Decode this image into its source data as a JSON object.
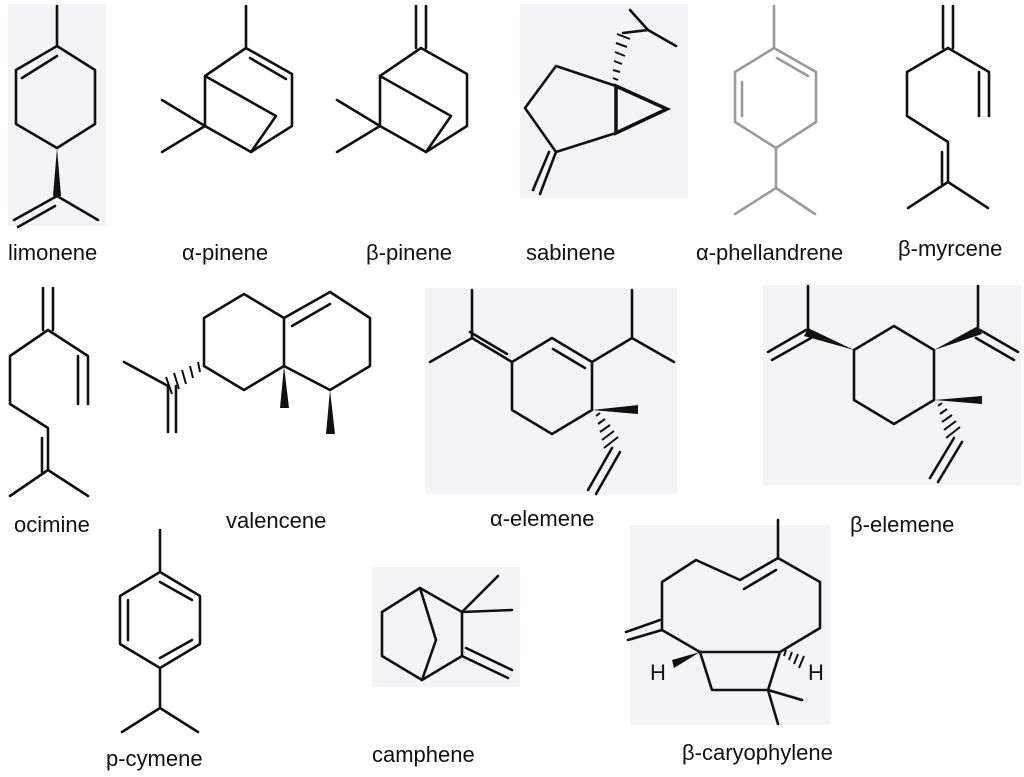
{
  "labels": {
    "limonene": "limonene",
    "alpha_pinene": "α-pinene",
    "beta_pinene": "β-pinene",
    "sabinene": "sabinene",
    "alpha_phellandrene": "α-phellandrene",
    "beta_myrcene": "β-myrcene",
    "ocimine": "ocimine",
    "valencene": "valencene",
    "alpha_elemene": "α-elemene",
    "beta_elemene": "β-elemene",
    "p_cymene": "p-cymene",
    "camphene": "camphene",
    "beta_caryophylene": "β-caryophylene"
  },
  "atom_labels": {
    "caryophylene_h_left": "H",
    "caryophylene_h_right": "H"
  },
  "colors": {
    "bond": "#111111",
    "phellandrene_bond": "#9a9a9a",
    "panel_background": "#f4f4f6"
  }
}
